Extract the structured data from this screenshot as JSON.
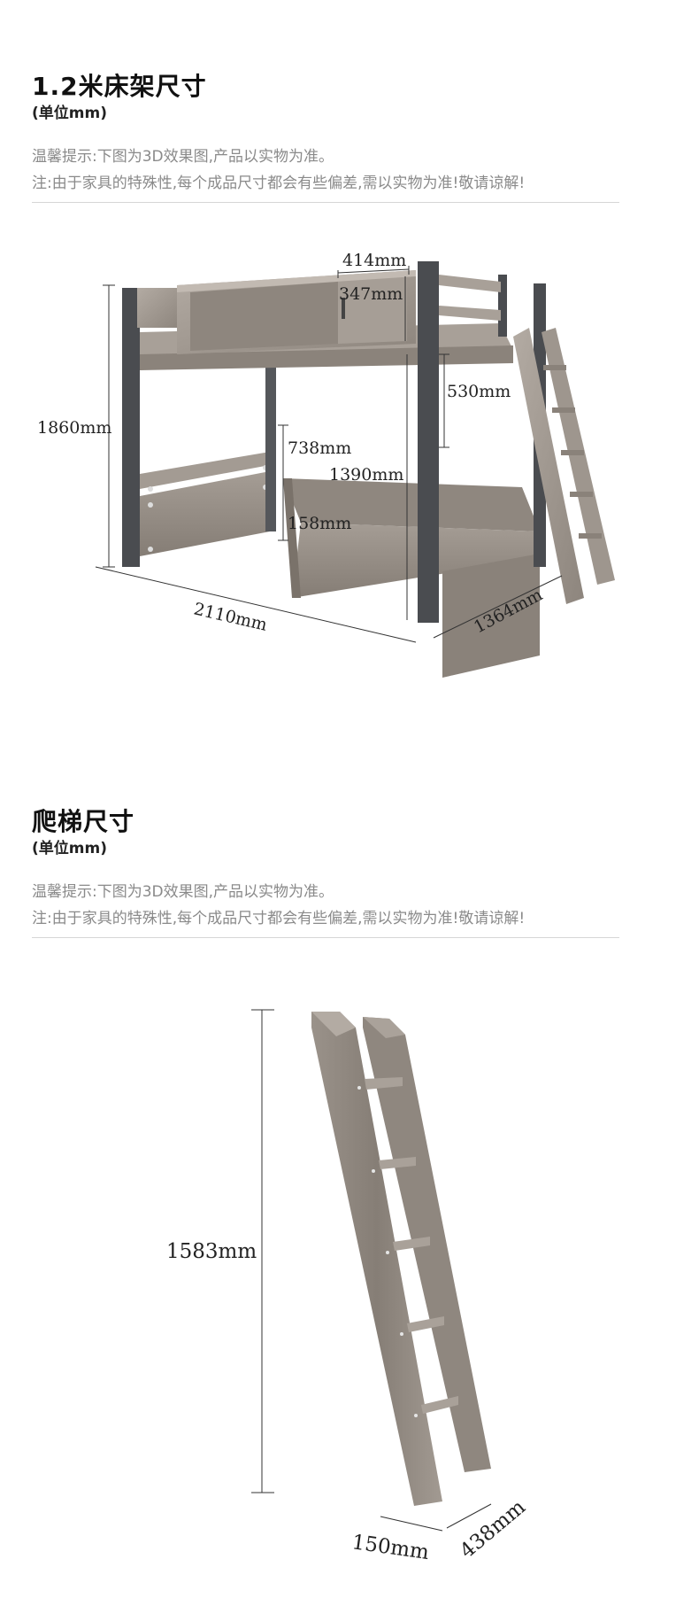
{
  "bed_section": {
    "title": "1.2米床架尺寸",
    "unit": "(单位mm)",
    "tip_1": "温馨提示:下图为3D效果图,产品以实物为准。",
    "tip_2": "注:由于家具的特殊性,每个成品尺寸都会有些偏差,需以实物为准!敬请谅解!",
    "dimensions": {
      "cabinet_width": "414mm",
      "cabinet_height": "347mm",
      "rail_height": "530mm",
      "total_height": "1860mm",
      "headboard_height": "738mm",
      "lower_length": "1390mm",
      "base_height": "158mm",
      "length": "2110mm",
      "width": "1364mm"
    }
  },
  "ladder_section": {
    "title": "爬梯尺寸",
    "unit": "(单位mm)",
    "tip_1": "温馨提示:下图为3D效果图,产品以实物为准。",
    "tip_2": "注:由于家具的特殊性,每个成品尺寸都会有些偏差,需以实物为准!敬请谅解!",
    "dimensions": {
      "height": "1583mm",
      "depth": "150mm",
      "width": "438mm"
    }
  },
  "colors": {
    "wood": "#9c948c",
    "wood_dark": "#7f776f",
    "wood_light": "#b5ada5",
    "metal": "#4a4c50",
    "line": "#333333"
  }
}
